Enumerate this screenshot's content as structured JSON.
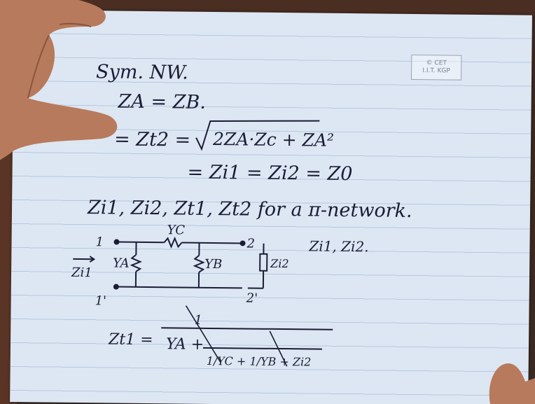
{
  "watermark": {
    "line1": "© CET",
    "line2": "I.I.T. KGP"
  },
  "notes": {
    "line1": "Sym. NW.",
    "line2": "ZA = ZB.",
    "line3_lhs": "= Zt2 =",
    "line3_rhs": "2ZA·Zc + ZA²",
    "line4": "= Zi1 = Zi2 = Z0",
    "line5": "Zi1, Zi2, Zt1, Zt2   for a π-network.",
    "circuit_label_top": "YC",
    "circuit_label_a": "YA",
    "circuit_label_b": "YB",
    "circuit_node_1": "1",
    "circuit_node_1p": "1'",
    "circuit_node_2": "2",
    "circuit_node_2p": "2'",
    "circuit_load": "Zi2",
    "side_note": "Zi1, Zi2.",
    "arrow_label": "Zi1",
    "eq_lhs": "Zt1 =",
    "eq_denominator": "YA +",
    "eq_inner": "1/YC + 1/YB + Zi2"
  },
  "colors": {
    "paper": "#dde7f3",
    "ink": "#1a1d35",
    "skin": "#b87a5c",
    "desk": "#4a2e22"
  }
}
